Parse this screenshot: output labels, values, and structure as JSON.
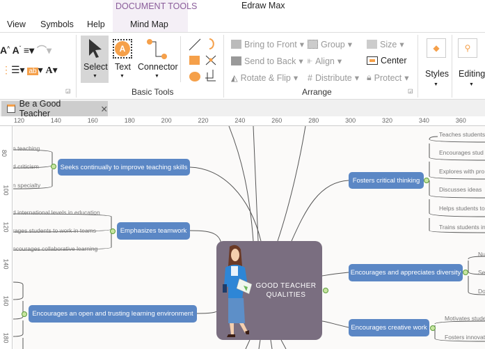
{
  "app": {
    "title": "Edraw Max",
    "context_tab": "DOCUMENT TOOLS"
  },
  "menu": [
    "View",
    "Symbols",
    "Help",
    "Mind Map"
  ],
  "ribbon": {
    "basic_tools": {
      "label": "Basic Tools",
      "select": "Select",
      "text": "Text",
      "connector": "Connector"
    },
    "arrange": {
      "label": "Arrange",
      "bring_to_front": "Bring to Front",
      "send_to_back": "Send to Back",
      "rotate_flip": "Rotate & Flip",
      "group": "Group",
      "align": "Align",
      "distribute": "Distribute",
      "size": "Size",
      "center": "Center",
      "protect": "Protect"
    },
    "styles": "Styles",
    "editing": "Editing"
  },
  "document_tab": {
    "label": "Be a Good Teacher",
    "close": "✕"
  },
  "ruler": {
    "h": [
      "120",
      "140",
      "160",
      "180",
      "200",
      "220",
      "240",
      "260",
      "280",
      "300",
      "320",
      "340",
      "360"
    ],
    "v": [
      "80",
      "100",
      "120",
      "140",
      "160",
      "180"
    ]
  },
  "mindmap": {
    "center": "GOOD TEACHER QUALITIES",
    "topics": [
      {
        "label": "Seeks continually to improve teaching skills",
        "leaves": [
          "n teaching",
          "d criticism",
          "n specialty"
        ]
      },
      {
        "label": "Emphasizes teamwork",
        "leaves": [
          "d international levels in education",
          "rages students to work in teams",
          "ncourages collaborative learning"
        ]
      },
      {
        "label": "Encourages an open and trusting learning environment",
        "leaves": []
      },
      {
        "label": "Fosters critical thinking",
        "leaves": [
          "Teaches students",
          "Encourages stud",
          "Explores with pro",
          "Discusses ideas",
          "Helps students to",
          "Trains students in"
        ]
      },
      {
        "label": "Encourages and appreciates diversity",
        "leaves": [
          "Nu",
          "Se",
          "Do"
        ]
      },
      {
        "label": "Encourages creative work",
        "leaves": [
          "Motivates stude",
          "Fosters innovat"
        ]
      }
    ]
  },
  "colors": {
    "topic": "#5b87c5",
    "center": "#7a6e80",
    "context_tab": "#f4eff6",
    "accent": "#f5a04a"
  }
}
